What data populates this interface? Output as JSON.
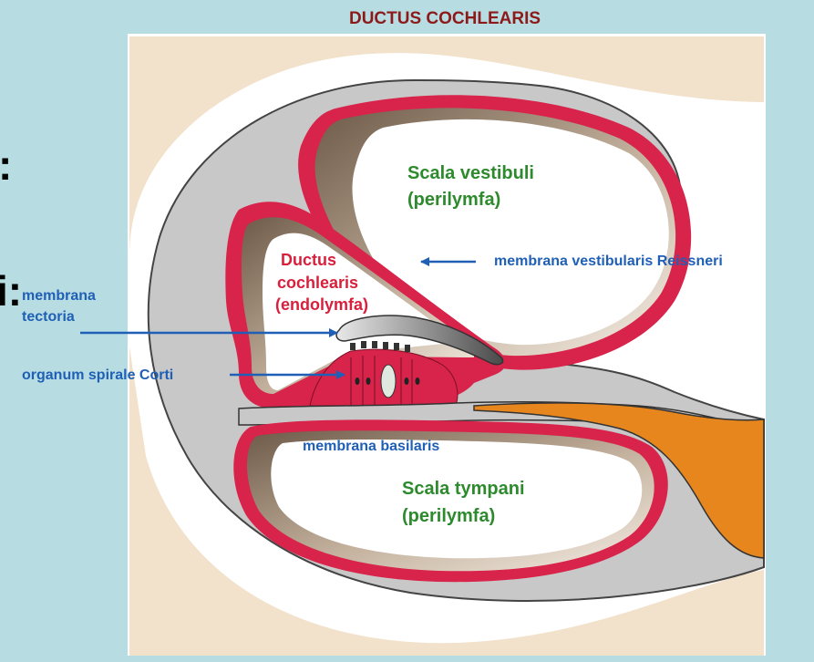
{
  "title": "DUCTUS COCHLEARIS",
  "slide_fragments": [
    ":",
    "i:"
  ],
  "labels": {
    "scala_vestibuli": "Scala vestibuli",
    "scala_vestibuli_fluid": "(perilymfa)",
    "ductus_line1": "Ductus",
    "ductus_line2": "cochlearis",
    "ductus_fluid": "(endolymfa)",
    "reissner": "membrana vestibularis Reissneri",
    "tectoria_line1": "membrana",
    "tectoria_line2": "tectoria",
    "corti": "organum spirale Corti",
    "basilaris": "membrana basilaris",
    "scala_tympani": "Scala tympani",
    "scala_tympani_fluid": "(perilymfa)"
  },
  "colors": {
    "background": "#b7dde2",
    "bone": "#f2e2cb",
    "outer_wall": "#c4c4c4",
    "membrane": "#d8234a",
    "cavity": "#ffffff",
    "shade": "#a99682",
    "nerve": "#e8861e",
    "title": "#8c1a1a",
    "scala_text": "#2d8a2d",
    "ductus_text": "#d81f3c",
    "pointer": "#1f5fb5"
  }
}
